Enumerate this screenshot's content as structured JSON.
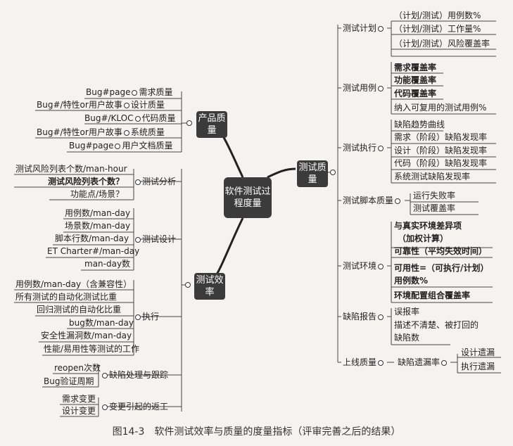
{
  "center": "软件测试过程度量",
  "quality": {
    "label": "测试质量",
    "groups": [
      {
        "name": "测试计划",
        "items": [
          "（计划/测试）用例数%",
          "（计划/测试）工作量%",
          "（计划/测试）风险覆盖率"
        ]
      },
      {
        "name": "测试用例",
        "items": [
          "需求覆盖率",
          "功能覆盖率",
          "代码覆盖率",
          "纳入可复用的测试用例%"
        ]
      },
      {
        "name": "测试执行",
        "items": [
          "缺陷趋势曲线",
          "需求（阶段）缺陷发现率",
          "设计（阶段）缺陷发现率",
          "代码（阶段）缺陷发现率",
          "系统测试缺陷发现率"
        ]
      },
      {
        "name": "测试脚本质量",
        "items": [
          "运行失败率",
          "测试覆盖率"
        ]
      },
      {
        "name": "测试环境",
        "items": [
          "与真实环境差异项",
          "（加权计算）",
          "可靠性（平均失效时间）",
          "可用性=（可执行/计划）",
          "用例数%",
          "环境配置组合覆盖率"
        ]
      },
      {
        "name": "缺陷报告",
        "items": [
          "误报率",
          "描述不清楚、被打回的",
          "缺陷数"
        ]
      },
      {
        "name": "上线质量",
        "sub": "缺陷遗漏率",
        "items": [
          "设计遗漏",
          "执行遗漏"
        ]
      }
    ]
  },
  "product": {
    "label": "产品质量",
    "groups": [
      {
        "name": "需求质量",
        "items": [
          "Bug#page"
        ]
      },
      {
        "name": "设计质量",
        "items": [
          "Bug#/特性or用户故事"
        ]
      },
      {
        "name": "代码质量",
        "items": [
          "Bug#/KLOC"
        ]
      },
      {
        "name": "系统质量",
        "items": [
          "Bug#/特性or用户故事"
        ]
      },
      {
        "name": "用户文档质量",
        "items": [
          "Bug#page"
        ]
      }
    ]
  },
  "efficiency": {
    "label": "测试效率",
    "groups": [
      {
        "name": "测试分析",
        "items": [
          "测试风险列表个数/man-hour",
          "测试风险列表个数？",
          "功能点/场景？"
        ]
      },
      {
        "name": "测试设计",
        "items": [
          "用例数/man-day",
          "场景数/man-day",
          "脚本行数/man-day",
          "ET Charter#/man-day",
          "man-day数"
        ]
      },
      {
        "name": "执行",
        "items": [
          "用例数/man-day（含兼容性）",
          "所有测试的自动化测试比重",
          "回归测试的自动化比重",
          "bug数/man-day",
          "安全性漏洞数/man-day",
          "性能/易用性等测试的工作"
        ]
      },
      {
        "name": "缺陷处理与跟踪",
        "items": [
          "reopen次数",
          "Bug验证周期"
        ]
      },
      {
        "name": "变更引起的返工",
        "items": [
          "需求变更",
          "设计变更"
        ]
      }
    ]
  },
  "caption": "图14-3　软件测试效率与质量的度量指标（评审完善之后的结果）"
}
